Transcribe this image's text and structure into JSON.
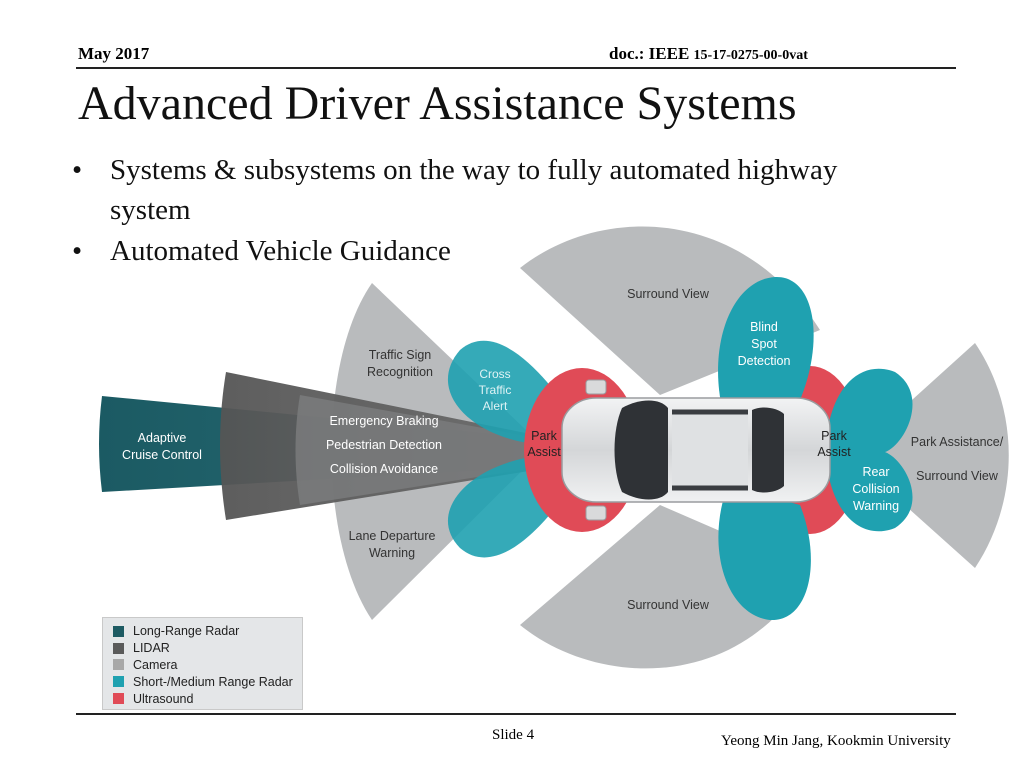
{
  "header": {
    "date": "May 2017",
    "doc_prefix": "doc.: IEEE",
    "doc_number": "15-17-0275-00-0vat"
  },
  "title": "Advanced Driver Assistance Systems",
  "bullets": [
    {
      "glyph": "•",
      "line1": "Systems & subsystems on the way to fully automated highway",
      "line2": "system"
    },
    {
      "glyph": "•",
      "line1": "Automated Vehicle Guidance"
    }
  ],
  "diagram": {
    "labels": {
      "adaptive_cruise": [
        "Adaptive",
        "Cruise Control"
      ],
      "traffic_sign": [
        "Traffic Sign",
        "Recognition"
      ],
      "emergency_braking": "Emergency Braking",
      "pedestrian_detection": "Pedestrian Detection",
      "collision_avoidance": "Collision Avoidance",
      "lane_departure": [
        "Lane Departure",
        "Warning"
      ],
      "cross_traffic": [
        "Cross",
        "Traffic",
        "Alert"
      ],
      "park_assist_front": [
        "Park",
        "Assist"
      ],
      "park_assist_rear": [
        "Park",
        "Assist"
      ],
      "surround_view_top": "Surround View",
      "surround_view_bottom": "Surround View",
      "blind_spot": [
        "Blind",
        "Spot",
        "Detection"
      ],
      "rear_collision": [
        "Rear",
        "Collision",
        "Warning"
      ],
      "park_assistance_right": [
        "Park Assistance/",
        "Surround View"
      ]
    },
    "colors": {
      "long_range_radar": "#1d5a62",
      "lidar": "#5a5a5a",
      "camera": "#a8a8a8",
      "short_medium_radar": "#1fa1b0",
      "ultrasound": "#e04b57"
    }
  },
  "legend": [
    {
      "label": "Long-Range Radar",
      "color": "#1d5a62"
    },
    {
      "label": "LIDAR",
      "color": "#5a5a5a"
    },
    {
      "label": "Camera",
      "color": "#a8a8a8"
    },
    {
      "label": "Short-/Medium Range Radar",
      "color": "#1fa1b0"
    },
    {
      "label": "Ultrasound",
      "color": "#e04b57"
    }
  ],
  "footer": {
    "slide": "Slide 4",
    "author": "Yeong Min Jang, Kookmin University"
  }
}
